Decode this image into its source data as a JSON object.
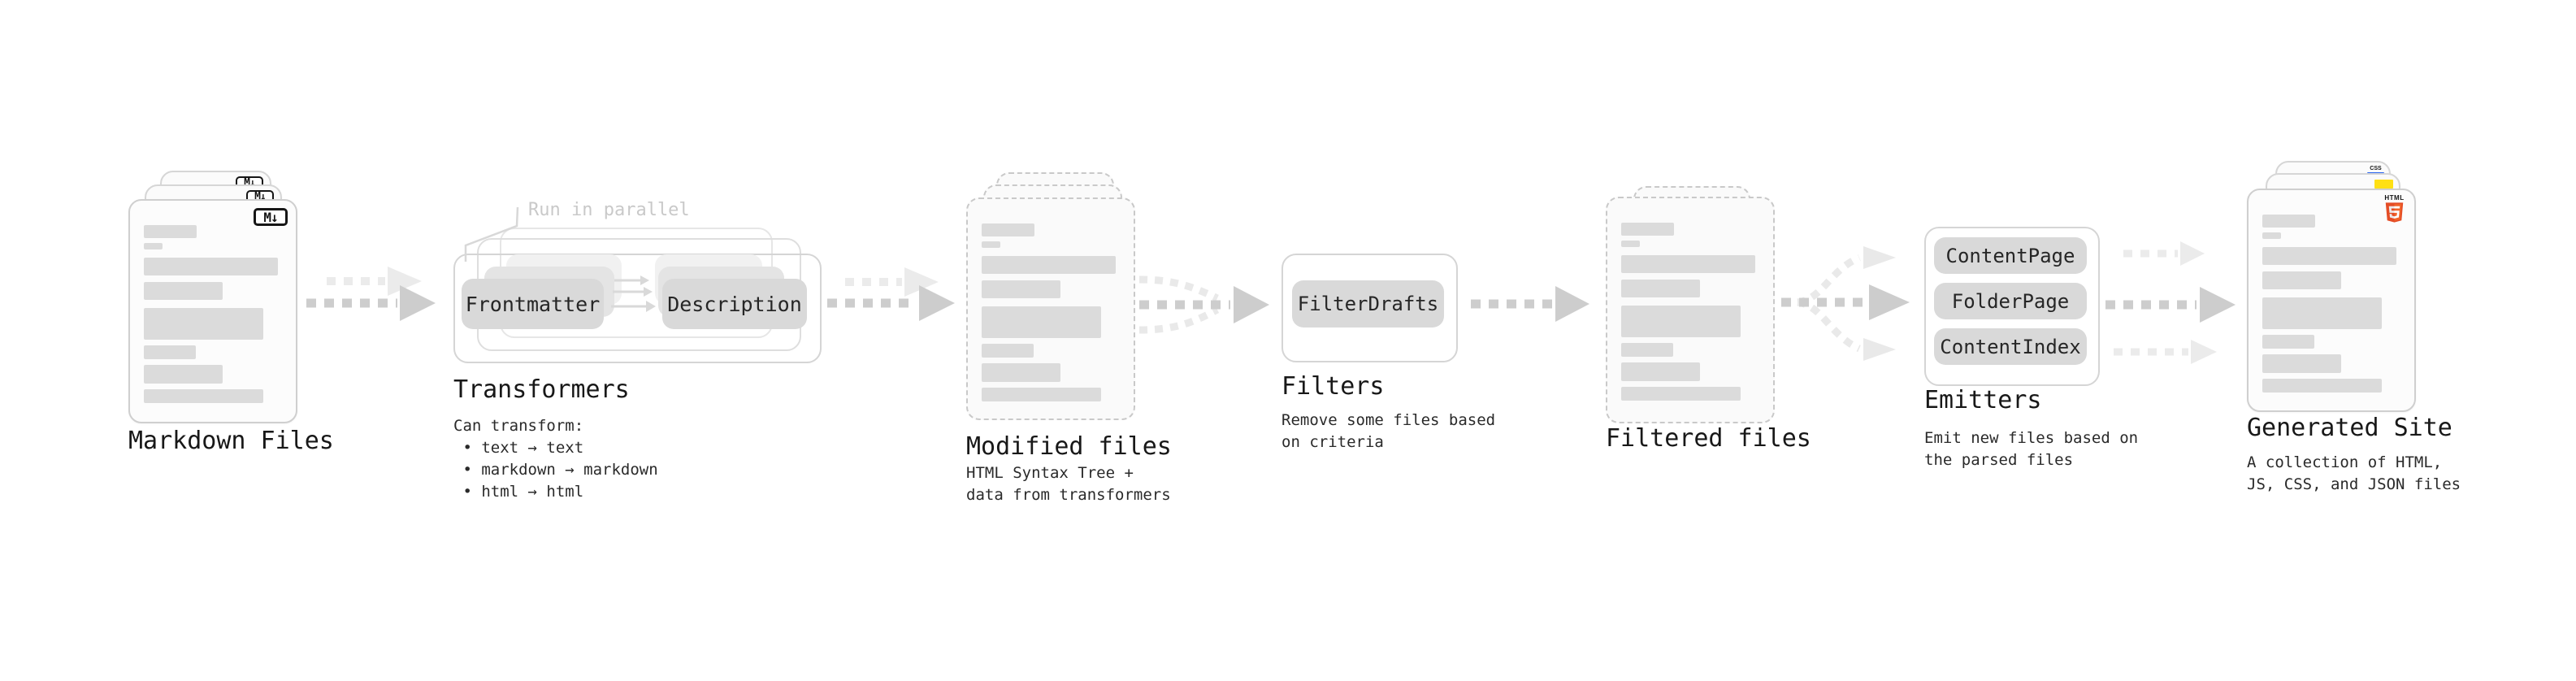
{
  "diagram": {
    "markdown_files": {
      "title": "Markdown Files",
      "file_badge": "M↓"
    },
    "transformers": {
      "annotation": "Run in parallel",
      "node_frontmatter": "Frontmatter",
      "node_description": "Description",
      "title": "Transformers",
      "description": [
        "Can transform:",
        " • text → text",
        " • markdown → markdown",
        " • html → html"
      ]
    },
    "modified_files": {
      "title": "Modified files",
      "description": [
        "HTML Syntax Tree +",
        "data from transformers"
      ]
    },
    "filters": {
      "node_filterdrafts": "FilterDrafts",
      "title": "Filters",
      "description": [
        "Remove some files based",
        "on criteria"
      ]
    },
    "filtered_files": {
      "title": "Filtered files"
    },
    "emitters": {
      "nodes": [
        "ContentPage",
        "FolderPage",
        "ContentIndex"
      ],
      "title": "Emitters",
      "description": [
        "Emit new files based on",
        "the parsed files"
      ]
    },
    "generated_site": {
      "title": "Generated Site",
      "description": [
        "A collection of HTML,",
        "JS, CSS, and JSON files"
      ],
      "css_badge": "CSS",
      "html_badge": "HTML"
    }
  },
  "colors": {
    "arrow": "#cdcdcd",
    "arrow_ghost": "#ebebeb",
    "node_fill": "#d9d9d9",
    "bar_fill": "#dbdbdb",
    "html5_orange": "#E44D26",
    "html5_orange_light": "#F16529",
    "js_yellow": "#FFE014",
    "css_blue": "#2965F1"
  }
}
